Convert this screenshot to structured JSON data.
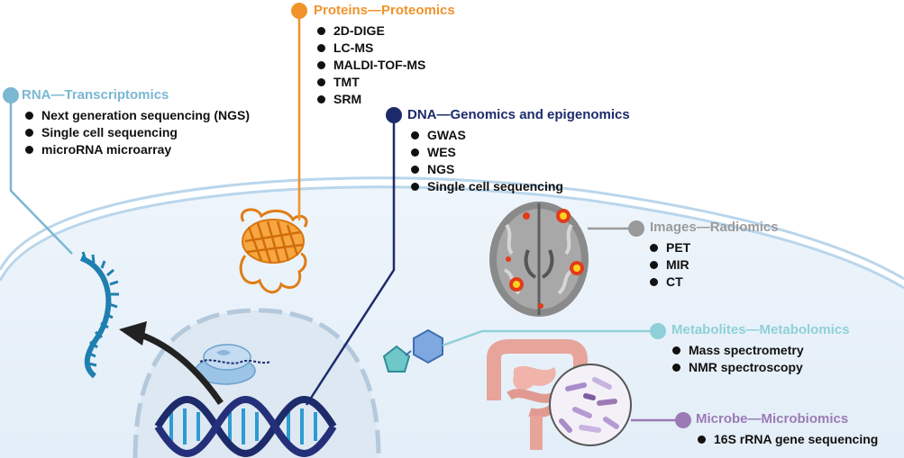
{
  "colors": {
    "rna": "#7ab8d3",
    "proteins": "#f0932b",
    "dna": "#1d2b6b",
    "images": "#9a9a9a",
    "metabolites": "#8fd0d8",
    "microbe": "#9b7bb5"
  },
  "groups": {
    "rna": {
      "title": "RNA—Transcriptomics",
      "items": [
        "Next generation sequencing (NGS)",
        "Single cell sequencing",
        "microRNA microarray"
      ]
    },
    "proteins": {
      "title": "Proteins—Proteomics",
      "items": [
        "2D-DIGE",
        "LC-MS",
        "MALDI-TOF-MS",
        "TMT",
        "SRM"
      ]
    },
    "dna": {
      "title": "DNA—Genomics and epigenomics",
      "items": [
        "GWAS",
        "WES",
        "NGS",
        "Single cell sequencing"
      ]
    },
    "images": {
      "title": "Images—Radiomics",
      "items": [
        "PET",
        "MIR",
        "CT"
      ]
    },
    "metabolites": {
      "title": "Metabolites—Metabolomics",
      "items": [
        "Mass spectrometry",
        "NMR spectroscopy"
      ]
    },
    "microbe": {
      "title": "Microbe—Microbiomics",
      "items": [
        "16S rRNA gene sequencing"
      ]
    }
  }
}
